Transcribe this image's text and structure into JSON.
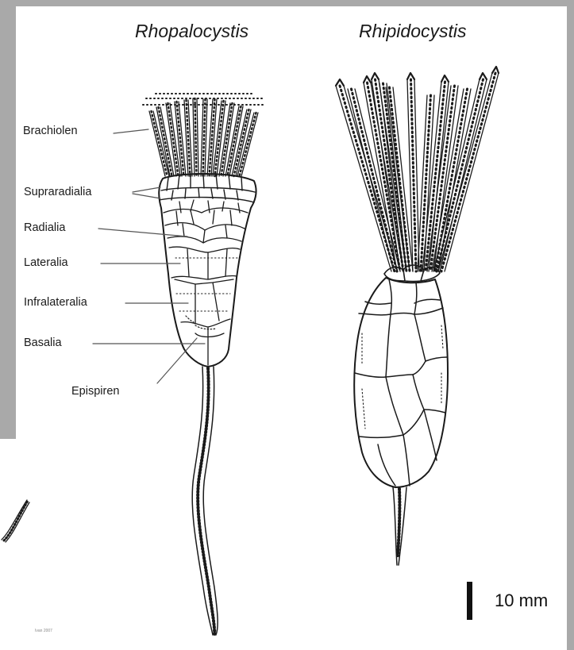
{
  "titles": {
    "left": "Rhopalocystis",
    "right": "Rhipidocystis"
  },
  "labels": [
    {
      "key": "brachiolen",
      "text": "Brachiolen"
    },
    {
      "key": "supraradialia",
      "text": "Supraradialia"
    },
    {
      "key": "radialia",
      "text": "Radialia"
    },
    {
      "key": "lateralia",
      "text": "Lateralia"
    },
    {
      "key": "infralateralia",
      "text": "Infralateralia"
    },
    {
      "key": "basalia",
      "text": "Basalia"
    },
    {
      "key": "epispiren",
      "text": "Epispiren"
    }
  ],
  "scale_bar": {
    "label": "10 mm"
  },
  "credit": "Ivan 2007",
  "colors": {
    "background": "#a9a9a9",
    "paper": "#ffffff",
    "ink": "#1a1a1a"
  }
}
